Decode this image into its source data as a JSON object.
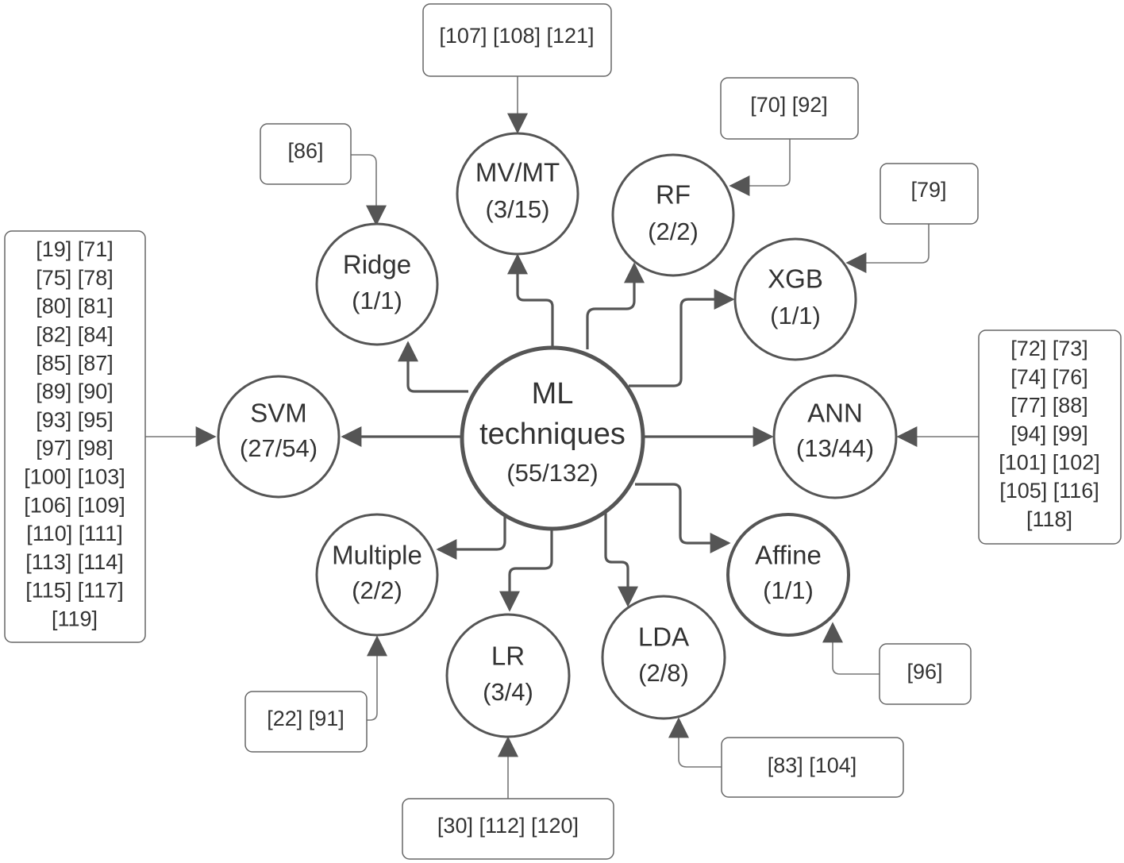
{
  "center": {
    "line1": "ML",
    "line2": "techniques",
    "line3": "(55/132)"
  },
  "nodes": {
    "svm": {
      "name": "SVM",
      "count": "(27/54)"
    },
    "ann": {
      "name": "ANN",
      "count": "(13/44)"
    },
    "ridge": {
      "name": "Ridge",
      "count": "(1/1)"
    },
    "mvmt": {
      "name": "MV/MT",
      "count": "(3/15)"
    },
    "rf": {
      "name": "RF",
      "count": "(2/2)"
    },
    "xgb": {
      "name": "XGB",
      "count": "(1/1)"
    },
    "multiple": {
      "name": "Multiple",
      "count": "(2/2)"
    },
    "lr": {
      "name": "LR",
      "count": "(3/4)"
    },
    "lda": {
      "name": "LDA",
      "count": "(2/8)"
    },
    "affine": {
      "name": "Affine",
      "count": "(1/1)"
    }
  },
  "refs": {
    "svm": [
      "[19] [71]",
      "[75] [78]",
      "[80] [81]",
      "[82] [84]",
      "[85] [87]",
      "[89] [90]",
      "[93] [95]",
      "[97] [98]",
      "[100] [103]",
      "[106] [109]",
      "[110] [111]",
      "[113] [114]",
      "[115] [117]",
      "[119]"
    ],
    "ann": [
      "[72] [73]",
      "[74] [76]",
      "[77] [88]",
      "[94] [99]",
      "[101] [102]",
      "[105] [116]",
      "[118]"
    ],
    "ridge": [
      "[86]"
    ],
    "mvmt": [
      "[107] [108] [121]"
    ],
    "rf": [
      "[70] [92]"
    ],
    "xgb": [
      "[79]"
    ],
    "multiple": [
      "[22] [91]"
    ],
    "lr": [
      "[30] [112] [120]"
    ],
    "lda": [
      "[83] [104]"
    ],
    "affine": [
      "[96]"
    ]
  }
}
